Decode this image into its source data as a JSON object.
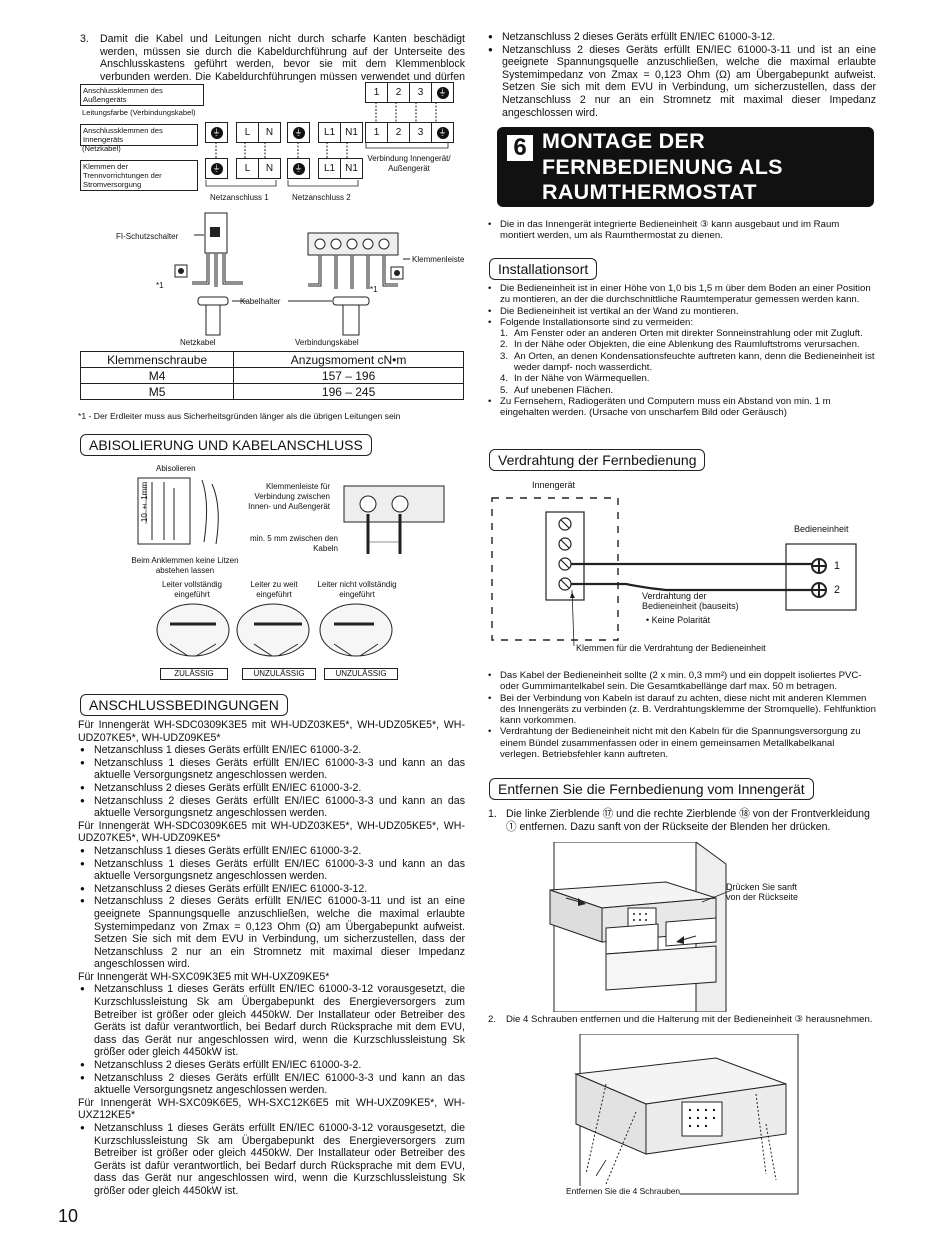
{
  "page_number": "10",
  "left": {
    "step3": {
      "num": "3.",
      "text": "Damit die Kabel und Leitungen nicht durch scharfe Kanten beschädigt werden, müssen sie durch die Kabeldurchführung auf der Unterseite des Anschlusskastens geführt werden, bevor sie mit dem Klemmenblock verbunden werden. Die Kabeldurchführungen müssen verwendet und dürfen nicht entfernt werden."
    },
    "terminal_diagram": {
      "label_outdoor": "Anschlussklemmen des Außengeräts",
      "label_wire_color": "Leitungsfarbe (Verbindungskabel)",
      "label_indoor": "Anschlussklemmen des Innengeräts",
      "label_power_cable": "(Netzkabel)",
      "label_disconnect": "Klemmen der Trennvorrichtungen der Stromversorgung",
      "cells_L": "L",
      "cells_N": "N",
      "cells_L1": "L1",
      "cells_N1": "N1",
      "cells_1": "1",
      "cells_2": "2",
      "cells_3": "3",
      "ground": "⏚",
      "netzanschluss1": "Netzanschluss 1",
      "netzanschluss2": "Netzanschluss 2",
      "verbindung": "Verbindung Innengerät/ Außengerät"
    },
    "cable_diagram": {
      "fi": "FI-Schutzschalter",
      "klemmenleiste": "Klemmenleiste",
      "star1a": "*1",
      "star1b": "*1",
      "kabelhalter": "Kabelhalter",
      "netzkabel": "Netzkabel",
      "verbindungskabel": "Verbindungskabel"
    },
    "torque_table": {
      "headers": [
        "Klemmenschraube",
        "Anzugsmoment cN•m"
      ],
      "rows": [
        [
          "M4",
          "157 – 196"
        ],
        [
          "M5",
          "196 – 245"
        ]
      ]
    },
    "footnote": "*1 - Der Erdleiter muss aus Sicherheitsgründen länger als die übrigen Leitungen sein",
    "heading_abisolierung": "ABISOLIERUNG UND KABELANSCHLUSS",
    "strip_diagram": {
      "abisolieren": "Abisolieren",
      "dim": "10 ± 1mm",
      "klemmenleiste": "Klemmenleiste für Verbindung zwischen Innen- und Außengerät",
      "min5": "min. 5 mm zwischen den Kabeln",
      "litzen": "Beim Anklemmen keine Litzen abstehen lassen",
      "leiter1": "Leiter vollständig eingeführt",
      "leiter2": "Leiter zu weit eingeführt",
      "leiter3": "Leiter nicht vollständig eingeführt",
      "ok1": "ZULÄSSIG",
      "ok2": "UNZULÄSSIG",
      "ok3": "UNZULÄSSIG"
    },
    "heading_anschluss": "ANSCHLUSSBEDINGUNGEN",
    "conditions": [
      {
        "type": "plain",
        "text": "Für Innengerät WH-SDC0309K3E5 mit WH-UDZ03KE5*, WH-UDZ05KE5*, WH-UDZ07KE5*, WH-UDZ09KE5*"
      },
      {
        "type": "bullet",
        "text": "Netzanschluss 1 dieses Geräts erfüllt EN/IEC 61000-3-2."
      },
      {
        "type": "bullet",
        "text": "Netzanschluss 1 dieses Geräts erfüllt EN/IEC 61000-3-3 und kann an das aktuelle Versorgungsnetz angeschlossen werden."
      },
      {
        "type": "bullet",
        "text": "Netzanschluss 2 dieses Geräts erfüllt EN/IEC 61000-3-2."
      },
      {
        "type": "bullet",
        "text": "Netzanschluss 2 dieses Geräts erfüllt EN/IEC 61000-3-3 und kann an das aktuelle Versorgungsnetz angeschlossen werden."
      },
      {
        "type": "plain",
        "text": "Für Innengerät WH-SDC0309K6E5 mit WH-UDZ03KE5*, WH-UDZ05KE5*, WH-UDZ07KE5*, WH-UDZ09KE5*"
      },
      {
        "type": "bullet",
        "text": "Netzanschluss 1 dieses Geräts erfüllt EN/IEC 61000-3-2."
      },
      {
        "type": "bullet",
        "text": "Netzanschluss 1 dieses Geräts erfüllt EN/IEC 61000-3-3 und kann an das aktuelle Versorgungsnetz angeschlossen werden."
      },
      {
        "type": "bullet",
        "text": "Netzanschluss 2 dieses Geräts erfüllt EN/IEC 61000-3-12."
      },
      {
        "type": "bullet",
        "text": "Netzanschluss 2 dieses Geräts erfüllt EN/IEC 61000-3-11 und ist an eine geeignete Spannungsquelle anzuschließen, welche die maximal erlaubte Systemimpedanz von Zmax = 0,123 Ohm (Ω) am Übergabepunkt aufweist. Setzen Sie sich mit dem EVU in Verbindung, um sicherzustellen, dass der Netzanschluss 2 nur an ein Stromnetz mit maximal dieser Impedanz angeschlossen wird."
      },
      {
        "type": "plain",
        "text": "Für Innengerät WH-SXC09K3E5 mit WH-UXZ09KE5*"
      },
      {
        "type": "bullet",
        "text": "Netzanschluss 1 dieses Geräts erfüllt EN/IEC 61000-3-12 vorausgesetzt, die Kurzschlussleistung Sk am Übergabepunkt des Energieversorgers zum Betreiber ist größer oder gleich 4450kW. Der Installateur oder Betreiber des Geräts ist dafür verantwortlich, bei Bedarf durch Rücksprache mit dem EVU, dass das Gerät nur angeschlossen wird, wenn die Kurzschlussleistung Sk größer oder gleich 4450kW ist."
      },
      {
        "type": "bullet",
        "text": "Netzanschluss 2 dieses Geräts erfüllt EN/IEC 61000-3-2."
      },
      {
        "type": "bullet",
        "text": "Netzanschluss 2 dieses Geräts erfüllt EN/IEC 61000-3-3 und kann an das aktuelle Versorgungsnetz angeschlossen werden."
      },
      {
        "type": "plain",
        "text": "Für Innengerät WH-SXC09K6E5, WH-SXC12K6E5 mit WH-UXZ09KE5*, WH-UXZ12KE5*"
      },
      {
        "type": "bullet",
        "text": "Netzanschluss 1 dieses Geräts erfüllt EN/IEC 61000-3-12 vorausgesetzt, die Kurzschlussleistung Sk am Übergabepunkt des Energieversorgers zum Betreiber ist größer oder gleich 4450kW. Der Installateur oder Betreiber des Geräts ist dafür verantwortlich, bei Bedarf durch Rücksprache mit dem EVU, dass das Gerät nur angeschlossen wird, wenn die Kurzschlussleistung Sk größer oder gleich 4450kW ist."
      }
    ]
  },
  "right": {
    "top_bullets": [
      "Netzanschluss 2 dieses Geräts erfüllt EN/IEC 61000-3-12.",
      "Netzanschluss 2 dieses Geräts erfüllt EN/IEC 61000-3-11 und ist an eine geeignete Spannungsquelle anzuschließen, welche die maximal erlaubte Systemimpedanz von Zmax = 0,123 Ohm (Ω) am Übergabepunkt aufweist. Setzen Sie sich mit dem EVU in Verbindung, um sicherzustellen, dass der Netzanschluss 2 nur an ein Stromnetz mit maximal dieser Impedanz angeschlossen wird."
    ],
    "section6": {
      "num": "6",
      "title_l1": "MONTAGE DER",
      "title_l2": "FERNBEDIENUNG ALS",
      "title_l3": "RAUMTHERMOSTAT"
    },
    "intro": "Die in das Innengerät integrierte Bedieneinheit ③ kann ausgebaut und im Raum montiert werden, um als Raumthermostat zu dienen.",
    "heading_installationsort": "Installationsort",
    "install_bullets": [
      "Die Bedieneinheit ist in einer Höhe von 1,0 bis 1,5 m über dem Boden an einer Position zu montieren, an der die durchschnittliche Raumtemperatur gemessen werden kann.",
      "Die Bedieneinheit ist vertikal an der Wand zu montieren.",
      "Folgende Installationsorte sind zu vermeiden:"
    ],
    "avoid_items": [
      {
        "n": "1.",
        "text": "Am Fenster oder an anderen Orten mit direkter Sonneinstrahlung oder mit Zugluft."
      },
      {
        "n": "2.",
        "text": "In der Nähe oder Objekten, die eine Ablenkung des Raumluftstroms verursachen."
      },
      {
        "n": "3.",
        "text": "An Orten, an denen Kondensationsfeuchte auftreten kann, denn die Bedieneinheit ist weder dampf- noch wasserdicht."
      },
      {
        "n": "4.",
        "text": "In der Nähe von Wärmequellen."
      },
      {
        "n": "5.",
        "text": "Auf unebenen Flächen."
      }
    ],
    "install_last": "Zu Fernsehern, Radiogeräten und Computern muss ein Abstand von min. 1 m eingehalten werden. (Ursache von unscharfem Bild oder Geräusch)",
    "heading_verdrahtung": "Verdrahtung der Fernbedienung",
    "wiring": {
      "innengeraet": "Innengerät",
      "bedieneinheit": "Bedieneinheit",
      "t1": "1",
      "t2": "2",
      "verdrahtung": "Verdrahtung der Bedieneinheit (bauseits)",
      "polaritaet": "• Keine Polarität",
      "klemmen": "Klemmen für die Verdrahtung der Bedieneinheit"
    },
    "wiring_bullets": [
      "Das Kabel der Bedieneinheit sollte (2 x min. 0,3 mm²) und ein doppelt isoliertes PVC- oder Gummimantelkabel sein. Die Gesamtkabellänge darf max. 50 m betragen.",
      "Bei der Verbindung von Kabeln ist darauf zu achten, diese nicht mit anderen Klemmen des Innengeräts zu verbinden (z. B. Verdrahtungsklemme der Stromquelle). Fehlfunktion kann vorkommen.",
      "Verdrahtung der Bedieneinheit nicht mit den Kabeln für die Spannungsversorgung zu einem Bündel zusammenfassen oder in einem gemeinsamen Metallkabelkanal verlegen. Betriebsfehler kann auftreten."
    ],
    "heading_entfernen": "Entfernen Sie die Fernbedienung vom Innengerät",
    "step1_num": "1.",
    "step1": "Die linke Zierblende ⑰ und die rechte Zierblende ⑱ von der Frontverkleidung ① entfernen. Dazu sanft von der Rückseite der Blenden her drücken.",
    "fig1_label": "Drücken Sie sanft von der Rückseite",
    "step2_num": "2.",
    "step2": "Die 4 Schrauben entfernen und die Halterung mit der Bedieneinheit ③ herausnehmen.",
    "fig2_label": "Entfernen Sie die 4 Schrauben"
  }
}
